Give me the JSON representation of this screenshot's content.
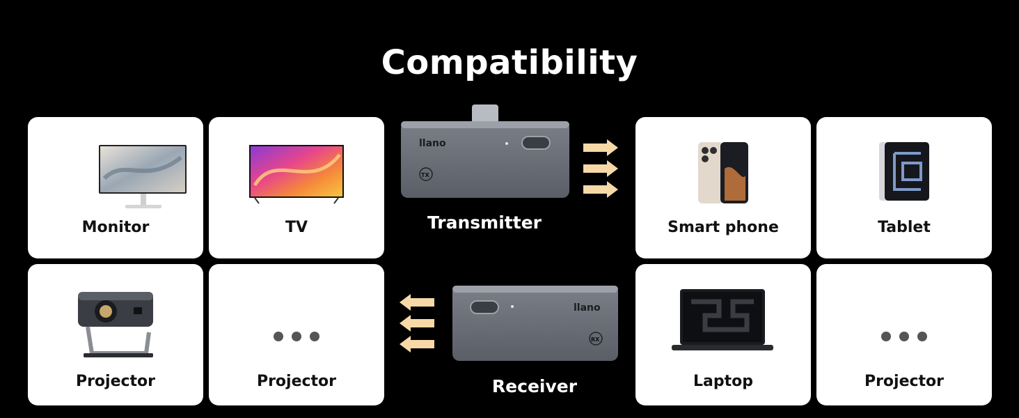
{
  "header": {
    "title": "Compatibility"
  },
  "left_devices": [
    {
      "label": "Monitor",
      "icon": "monitor-icon"
    },
    {
      "label": "TV",
      "icon": "tv-icon"
    },
    {
      "label": "Projector",
      "icon": "projector-icon"
    },
    {
      "label": "Projector",
      "icon": "more-dots-icon"
    }
  ],
  "right_devices": [
    {
      "label": "Smart phone",
      "icon": "smartphone-icon"
    },
    {
      "label": "Tablet",
      "icon": "tablet-icon"
    },
    {
      "label": "Laptop",
      "icon": "laptop-icon"
    },
    {
      "label": "Projector",
      "icon": "more-dots-icon"
    }
  ],
  "transmitter": {
    "label": "Transmitter",
    "brand": "llano",
    "badge": "TX"
  },
  "receiver": {
    "label": "Receiver",
    "brand": "llano",
    "badge": "RX"
  },
  "colors": {
    "background": "#000000",
    "card": "#ffffff",
    "arrow": "#f7d9a8",
    "device_body": "#6c7079"
  }
}
